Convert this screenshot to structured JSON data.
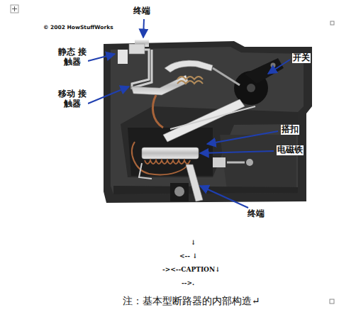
{
  "diagram": {
    "caption": "注：基本型断路器的内部构造↵",
    "labels": [
      "© 2002 HowStuffWorks",
      "终端",
      "静态 接触器",
      "开关",
      "移动 接触器",
      "搭扣",
      "电磁铁",
      "终端",
      "↓",
      "<--  ↓",
      "-><--CAPTION↓",
      "-->."
    ]
  }
}
